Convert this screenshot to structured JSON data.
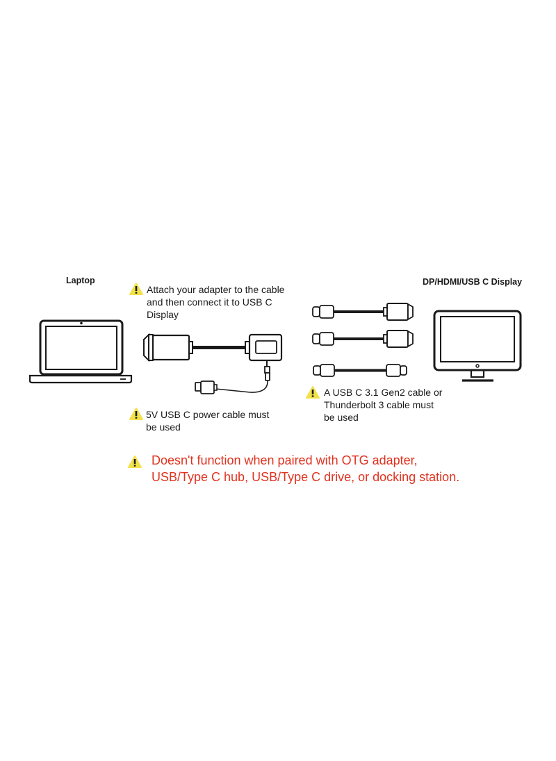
{
  "labels": {
    "laptop": "Laptop",
    "display": "DP/HDMI/USB C Display"
  },
  "notes": {
    "attach": [
      "Attach your adapter to the cable",
      "and then connect it to USB C",
      "Display"
    ],
    "power": [
      "5V USB C power cable must",
      "be used"
    ],
    "cable": [
      "A USB C 3.1 Gen2 cable or",
      "Thunderbolt 3 cable must",
      "be used"
    ]
  },
  "warning": {
    "lines": [
      "Doesn't function when paired with OTG adapter,",
      "USB/Type C hub, USB/Type C drive, or docking station."
    ],
    "color": "#e0321f"
  },
  "colors": {
    "caution_icon_fill": "#f2e24a",
    "outline": "#1a1a1a"
  },
  "icons": [
    "caution-icon",
    "laptop-icon",
    "monitor-icon",
    "hdmi-adapter-icon",
    "usb-c-cable-icon",
    "hdmi-cable-icon"
  ]
}
